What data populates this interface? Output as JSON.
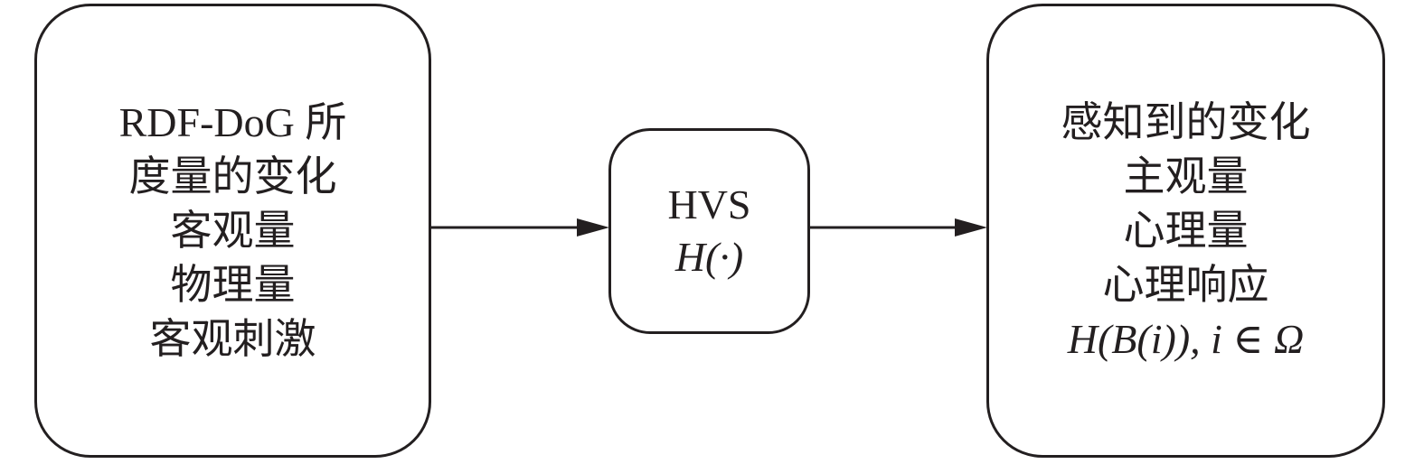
{
  "left_box": {
    "lines": [
      "RDF-DoG 所",
      "度量的变化",
      "客观量",
      "物理量",
      "客观刺激"
    ]
  },
  "middle_box": {
    "lines": [
      "HVS",
      "H(·)"
    ]
  },
  "right_box": {
    "lines": [
      "感知到的变化",
      "主观量",
      "心理量",
      "心理响应",
      "H(B(i)), i ∈ Ω"
    ]
  },
  "colors": {
    "stroke": "#231f20",
    "background": "#ffffff"
  }
}
